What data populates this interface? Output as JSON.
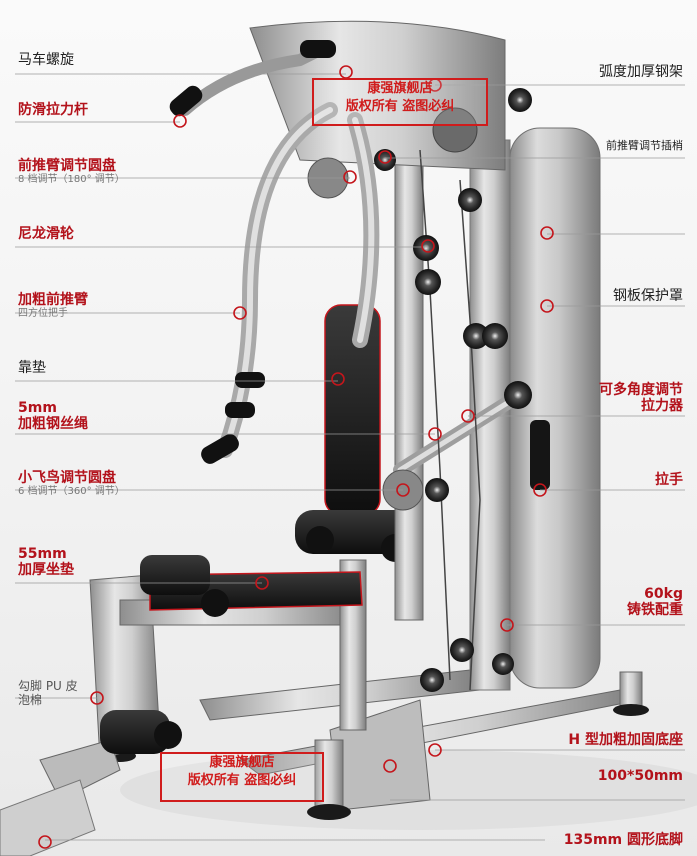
{
  "labels_left": [
    {
      "id": "carriage-bolt",
      "title": "马车螺旋",
      "style": "main"
    },
    {
      "id": "antislip-bar",
      "title": "防滑拉力杆",
      "style": "bold"
    },
    {
      "id": "front-arm-disc",
      "title": "前推臂调节圆盘",
      "sub": "8 档调节（180° 调节）",
      "style": "bold"
    },
    {
      "id": "nylon-pulley",
      "title": "尼龙滑轮",
      "style": "bold"
    },
    {
      "id": "thick-front-arm",
      "title": "加粗前推臂",
      "sub": "四方位把手",
      "style": "bold"
    },
    {
      "id": "back-pad",
      "title": "靠垫",
      "style": "main"
    },
    {
      "id": "steel-cable",
      "title": "5mm",
      "title2": "加粗钢丝绳",
      "style": "bold"
    },
    {
      "id": "fly-disc",
      "title": "小飞鸟调节圆盘",
      "sub": "6 档调节（360° 调节）",
      "style": "bold"
    },
    {
      "id": "seat-pad",
      "title": "55mm",
      "title2": "加厚坐垫",
      "style": "bold"
    },
    {
      "id": "foot-foam",
      "title": "勾脚 PU 皮",
      "title2": "泡棉",
      "style": "main"
    }
  ],
  "labels_right": [
    {
      "id": "arc-frame",
      "title": "弧度加厚钢架",
      "style": "main"
    },
    {
      "id": "arm-pin",
      "title": "前推臂调节插梢",
      "style": "main"
    },
    {
      "id": "guard",
      "title": "钢板保护罩",
      "style": "main"
    },
    {
      "id": "multi-puller",
      "title": "可多角度调节",
      "title2": "拉力器",
      "style": "bold"
    },
    {
      "id": "handle",
      "title": "拉手",
      "style": "bold"
    },
    {
      "id": "weight",
      "title": "60kg",
      "title2": "铸铁配重",
      "style": "bold"
    },
    {
      "id": "h-base",
      "title": "H 型加粗加固底座",
      "style": "bold"
    },
    {
      "id": "tube-size",
      "title": "100*50mm",
      "style": "bold"
    },
    {
      "id": "round-foot",
      "title": "135mm 圆形底脚",
      "style": "bold"
    }
  ],
  "stamps": [
    {
      "line1": "康强旗舰店",
      "line2": "版权所有 盗图必纠"
    },
    {
      "line1": "康强旗舰店",
      "line2": "版权所有 盗图必纠"
    }
  ],
  "colors": {
    "accent": "#b3121b",
    "marker": "#c4161c",
    "line": "#9a9a9a"
  }
}
